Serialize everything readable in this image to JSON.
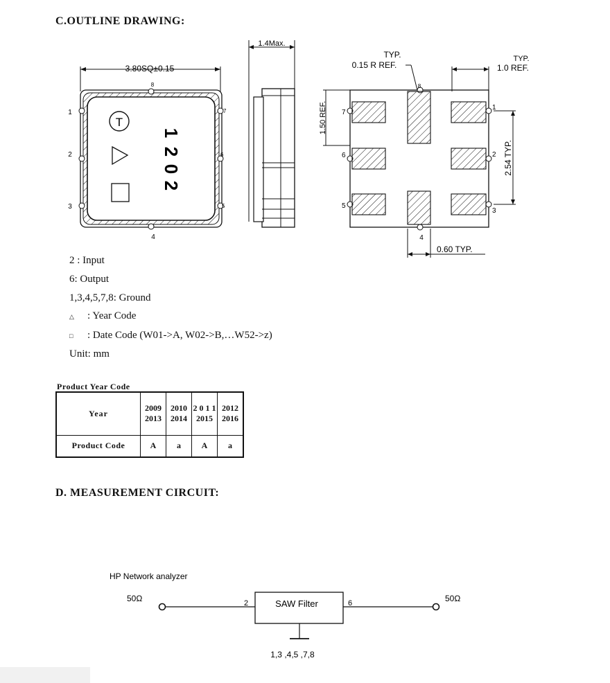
{
  "sections": {
    "outline_title": "C.OUTLINE DRAWING:",
    "measure_title": "D. MEASUREMENT CIRCUIT:"
  },
  "drawing": {
    "top_view": {
      "width_dim": "3.80SQ±0.15",
      "marking": [
        "1",
        "2",
        "0",
        "2"
      ],
      "logo_letter": "T",
      "pins": {
        "p1": "1",
        "p2": "2",
        "p3": "3",
        "p4": "4",
        "p5": "5",
        "p6": "6",
        "p7": "7",
        "p8": "8"
      }
    },
    "side_view": {
      "height_dim": "1.4Max."
    },
    "pad_view": {
      "radius_typ": "TYP.",
      "radius_ref": "0.15 R REF.",
      "right_typ": "TYP.",
      "right_ref": "1.0 REF.",
      "height_ref": "1.50 REF.",
      "pitch_dim": "2.54 TYP.",
      "pad_width": "0.60 TYP.",
      "pins": {
        "p1": "1",
        "p2": "2",
        "p3": "3",
        "p4": "4",
        "p5": "5",
        "p6": "6",
        "p7": "7",
        "p8": "8"
      }
    }
  },
  "pin_notes": {
    "input": "2 : Input",
    "output": "6: Output",
    "ground": "1,3,4,5,7,8: Ground",
    "year_symbol": "△",
    "year_code": ": Year Code",
    "date_symbol": "□",
    "date_code": ": Date Code (W01->A, W02->B,…W52->z)",
    "unit": "Unit: mm"
  },
  "year_table": {
    "caption": "Product Year Code",
    "row1_label": "Year",
    "row2_label": "Product Code",
    "cols": [
      {
        "y1": "2009",
        "y2": "2013",
        "code": "A"
      },
      {
        "y1": "2010",
        "y2": "2014",
        "code": "a"
      },
      {
        "y1": "2 0 1 1",
        "y2": "2015",
        "code": "A"
      },
      {
        "y1": "2012",
        "y2": "2016",
        "code": "a"
      }
    ]
  },
  "circuit": {
    "analyzer": "HP Network analyzer",
    "left_impedance": "50Ω",
    "right_impedance": "50Ω",
    "input_pin": "2",
    "output_pin": "6",
    "filter_label": "SAW Filter",
    "ground_pins": "1,3 ,4,5 ,7,8"
  }
}
